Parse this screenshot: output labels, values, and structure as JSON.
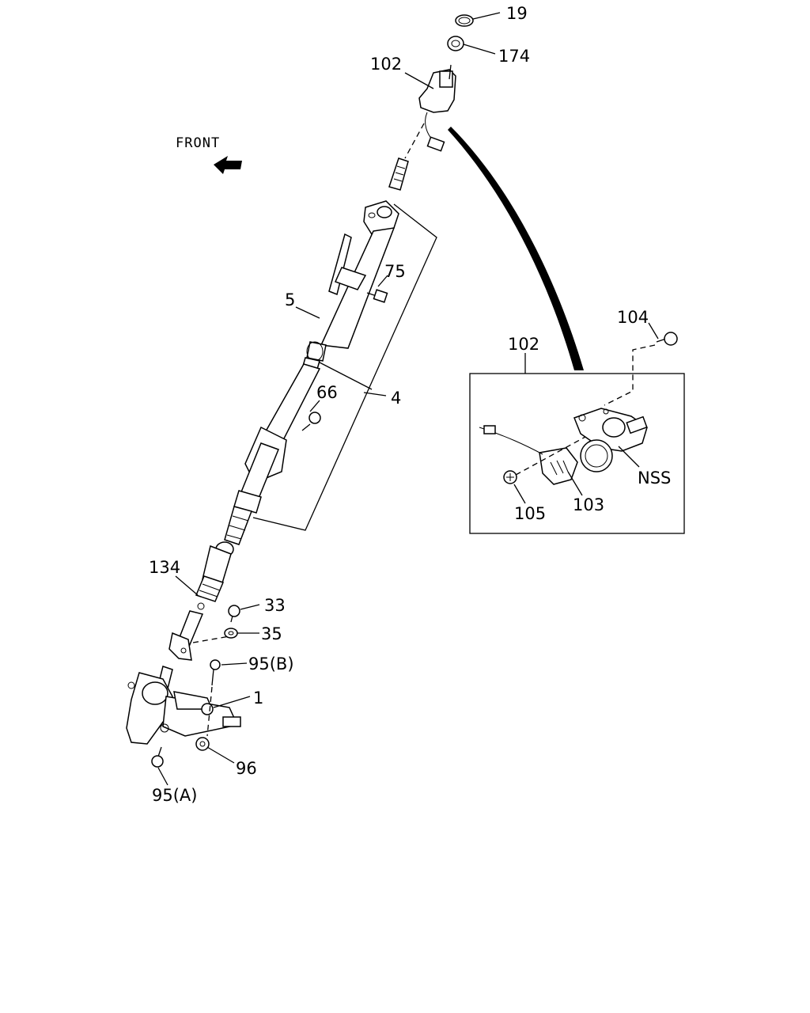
{
  "direction_label": "FRONT",
  "callouts": {
    "p19": "19",
    "p174": "174",
    "p102_top": "102",
    "p75": "75",
    "p5": "5",
    "p66": "66",
    "p4": "4",
    "p134": "134",
    "p33": "33",
    "p35": "35",
    "p95b": "95(B)",
    "p1": "1",
    "p96": "96",
    "p95a": "95(A)",
    "p102_inset": "102",
    "p104": "104",
    "pNSS": "NSS",
    "p103": "103",
    "p105": "105"
  }
}
